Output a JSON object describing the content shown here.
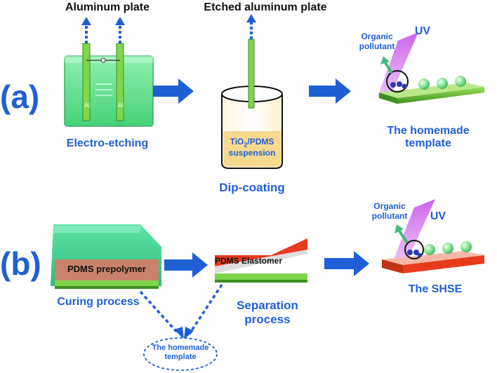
{
  "panels": {
    "a": {
      "tag": "(a)",
      "aluminum_plate": "Aluminum plate",
      "etched_aluminum_plate": "Etched aluminum plate",
      "al_left": "Al",
      "al_right": "Al",
      "electro_etching": "Electro-etching",
      "suspension_line1_pre": "TiO",
      "suspension_line1_sub": "2",
      "suspension_line1_post": "/PDMS",
      "suspension_line2": "suspension",
      "dip_coating": "Dip-coating",
      "organic_pollutant_line1": "Organic",
      "organic_pollutant_line2": "pollutant",
      "uv": "UV",
      "result_line1": "The homemade",
      "result_line2": "template"
    },
    "b": {
      "tag": "(b)",
      "pdms_prepolymer": "PDMS prepolymer",
      "curing_process": "Curing process",
      "pdms_elastomer": "PDMS Elastomer",
      "separation_line1": "Separation",
      "separation_line2": "process",
      "template_line1": "The homemade",
      "template_line2": "template",
      "organic_pollutant_line1": "Organic",
      "organic_pollutant_line2": "pollutant",
      "uv": "UV",
      "result": "The SHSE"
    }
  },
  "colors": {
    "label_blue": "#1f5fd6",
    "arrow_blue": "#1f5fd6",
    "bath_green": "#5fe08a",
    "plate_green": "#7ed44b",
    "suspension_fill": "#f8d990",
    "elastomer_red": "#e83a1c",
    "prepolymer_brown": "#c8826a",
    "uv_purple": "#b545d8",
    "pollutant_green": "#3fbf7f"
  }
}
